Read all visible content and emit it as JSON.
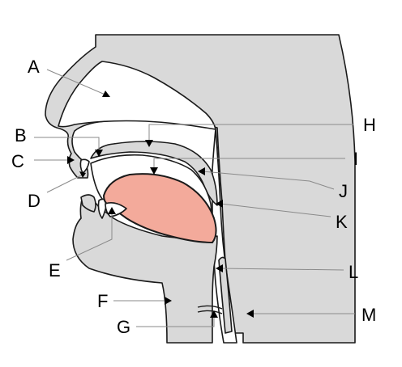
{
  "labels": {
    "A": "A",
    "B": "B",
    "C": "C",
    "D": "D",
    "E": "E",
    "F": "F",
    "G": "G",
    "H": "H",
    "I": "I",
    "J": "J",
    "K": "K",
    "L": "L",
    "M": "M"
  },
  "colors": {
    "tissue": "#d9d9d9",
    "tongue": "#f3aa9b",
    "cavity": "#ffffff",
    "outline": "#1a1a1a",
    "leader": "#8a8a8a"
  }
}
